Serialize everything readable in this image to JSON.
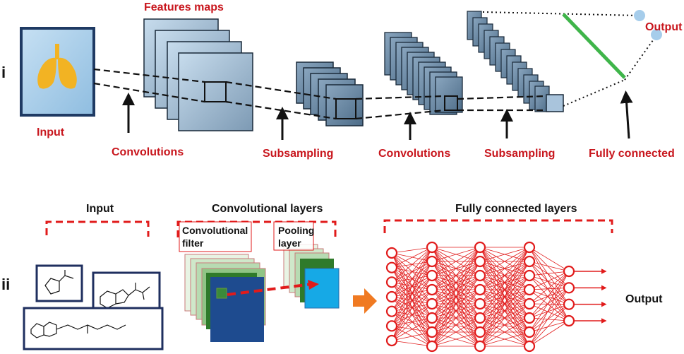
{
  "panel_i": {
    "marker": "i",
    "input_label": "Input",
    "feature_maps_label": "Features maps",
    "convolutions_1_label": "Convolutions",
    "subsampling_1_label": "Subsampling",
    "convolutions_2_label": "Convolutions",
    "subsampling_2_label": "Subsampling",
    "fully_connected_label": "Fully connected",
    "output_label": "Output"
  },
  "panel_ii": {
    "marker": "ii",
    "input_title": "Input",
    "conv_layers_title": "Convolutional layers",
    "conv_filter_label_line1": "Convolutional",
    "conv_filter_label_line2": "filter",
    "pooling_label_line1": "Pooling",
    "pooling_label_line2": "layer",
    "fc_layers_title": "Fully connected layers",
    "output_label": "Output"
  },
  "colors": {
    "red_label": "#c8161d",
    "input_square_fill": "#a9cde8",
    "input_square_border": "#1f3a63",
    "feature_map_fill": "#a9c4dc",
    "dark_map_fill": "#5f7f9a",
    "green_line": "#3fb54a",
    "output_node": "#a6cdeb",
    "dark_green": "#2f7a2a",
    "light_green": "#b7dbb2",
    "navy": "#1e4b8f",
    "cyan": "#16a9e6",
    "arrow_orange": "#f07a22",
    "network_red": "#e11b1b",
    "lung": "#f2b323"
  },
  "icons": {
    "lungs": "lungs-icon",
    "molecules": "molecule-icon"
  }
}
